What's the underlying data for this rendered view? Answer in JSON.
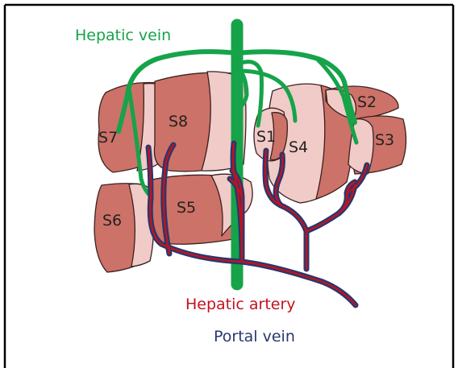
{
  "labels": {
    "hepatic_vein": "Hepatic vein",
    "hepatic_artery": "Hepatic artery",
    "portal_vein": "Portal vein"
  },
  "segments": {
    "s1": "S1",
    "s2": "S2",
    "s3": "S3",
    "s4": "S4",
    "s5": "S5",
    "s6": "S6",
    "s7": "S7",
    "s8": "S8"
  },
  "colors": {
    "hepatic_vein": "#16a34a",
    "hepatic_artery": "#c1121f",
    "portal_vein": "#26386e",
    "segment_outer": "#cd7268",
    "segment_inner": "#f0cbc7",
    "outline": "#3a2020",
    "frame": "#000000"
  }
}
